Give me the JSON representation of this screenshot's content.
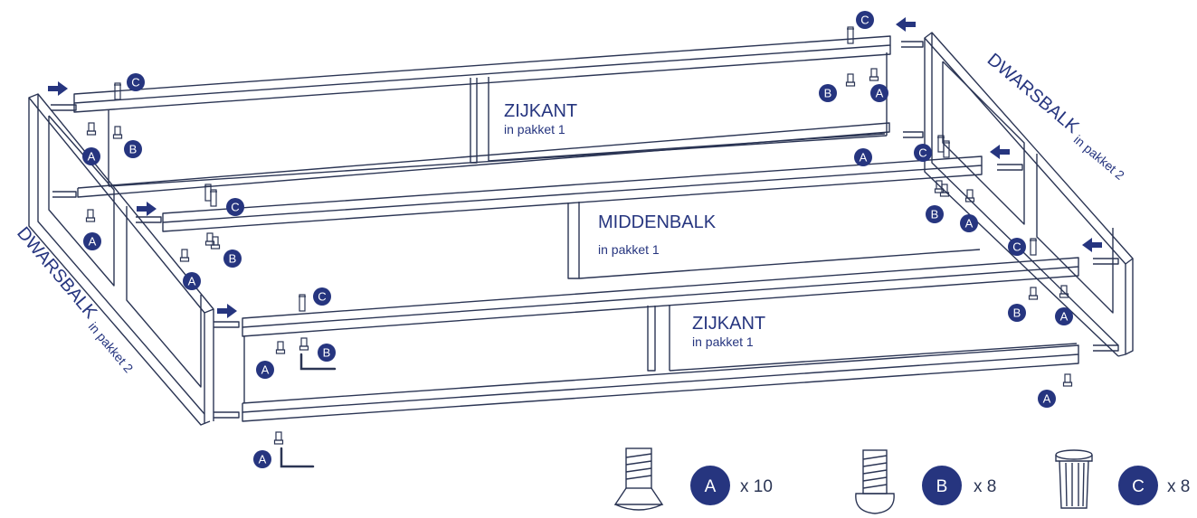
{
  "colors": {
    "navy": "#26357f",
    "line": "#2b3554",
    "background": "#ffffff"
  },
  "labels": {
    "zijkant_back": {
      "title": "ZIJKANT",
      "sub": "in pakket 1"
    },
    "middenbalk": {
      "title": "MIDDENBALK",
      "sub": "in pakket 1"
    },
    "zijkant_front": {
      "title": "ZIJKANT",
      "sub": "in pakket 1"
    },
    "dwarsbalk_left": {
      "title": "DWARSBALK",
      "sub": "in pakket 2"
    },
    "dwarsbalk_right": {
      "title": "DWARSBALK",
      "sub": "in pakket 2"
    }
  },
  "markers": {
    "a": "A",
    "b": "B",
    "c": "C"
  },
  "legend": [
    {
      "letter": "A",
      "qty": "x 10",
      "icon": "countersunk-bolt-icon"
    },
    {
      "letter": "B",
      "qty": "x 8",
      "icon": "round-head-bolt-icon"
    },
    {
      "letter": "C",
      "qty": "x 8",
      "icon": "rivet-nut-icon"
    }
  ],
  "icons": [
    "arrow-right-icon",
    "arrow-left-icon",
    "hex-key-icon"
  ]
}
